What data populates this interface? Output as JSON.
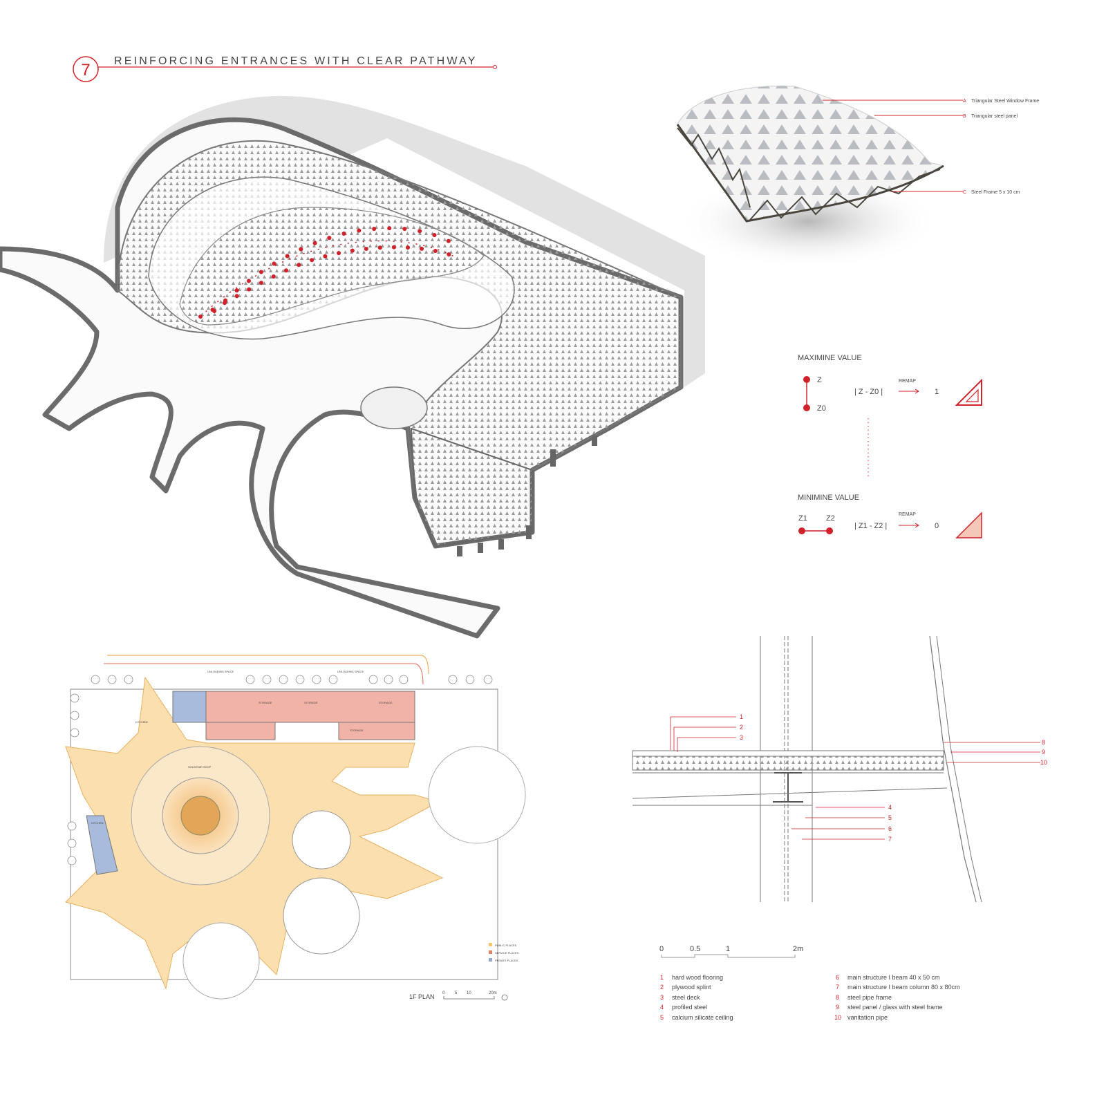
{
  "title": {
    "number": "7",
    "text": "REINFORCING ENTRANCES WITH CLEAR PATHWAY"
  },
  "panel_detail": {
    "labels": [
      {
        "key": "A",
        "text": "Triangular Steel Window Frame"
      },
      {
        "key": "B",
        "text": "Triangular steel panel"
      },
      {
        "key": "C",
        "text": "Steel Frame 5 x 10 cm"
      }
    ]
  },
  "remap": {
    "max": {
      "heading": "MAXIMINE VALUE",
      "point_top": "Z",
      "point_bottom": "Z0",
      "formula": "| Z - Z0 |",
      "arrow_label": "REMAP",
      "result": "1"
    },
    "min": {
      "heading": "MINIMINE VALUE",
      "point_left": "Z1",
      "point_right": "Z2",
      "formula": "| Z1 - Z2 |",
      "arrow_label": "REMAP",
      "result": "0"
    }
  },
  "plan": {
    "title": "1F PLAN",
    "unloading": [
      "UNLOADING SPACE",
      "UNLOADING SPACE"
    ],
    "storage": [
      "STORAGE",
      "STORAGE",
      "STORAGE",
      "STORAGE"
    ],
    "kitchen": [
      "KITCHEN",
      "KITCHEN"
    ],
    "souvenir": "SOUVENIR SHOP",
    "scale": [
      "0",
      "5",
      "10",
      "20m"
    ],
    "legend": [
      {
        "label": "PUBLIC PLACES",
        "color": "#f6c66e"
      },
      {
        "label": "SERVICE PLACES",
        "color": "#e0826a"
      },
      {
        "label": "PRIVATE PLACES",
        "color": "#8fa6cf"
      }
    ]
  },
  "section": {
    "callouts": [
      "1",
      "2",
      "3",
      "4",
      "5",
      "6",
      "7",
      "8",
      "9",
      "10"
    ],
    "scale": [
      "0",
      "0.5",
      "1",
      "2m"
    ],
    "legend": [
      {
        "n": "1",
        "text": "hard wood flooring"
      },
      {
        "n": "2",
        "text": "plywood splint"
      },
      {
        "n": "3",
        "text": "steel deck"
      },
      {
        "n": "4",
        "text": "profiled steel"
      },
      {
        "n": "5",
        "text": "calcium silicate ceiling"
      },
      {
        "n": "6",
        "text": "main structure I beam 40 x 50 cm"
      },
      {
        "n": "7",
        "text": "main structure I beam column 80 x 80cm"
      },
      {
        "n": "8",
        "text": "steel pipe frame"
      },
      {
        "n": "9",
        "text": "steel panel / glass with steel frame"
      },
      {
        "n": "10",
        "text": "vanitation pipe"
      }
    ]
  },
  "colors": {
    "accent": "#d0222a",
    "outline": "#6b6b6b",
    "shadow": "#e2e2e2",
    "public": "#f6c66e",
    "service": "#f1b3a8",
    "private": "#a9bbdc"
  }
}
